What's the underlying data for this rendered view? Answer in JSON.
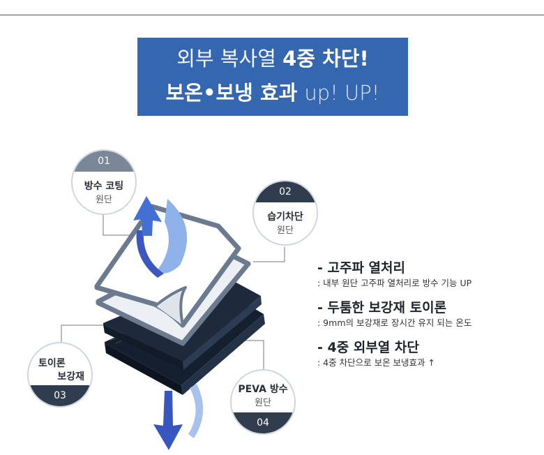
{
  "banner": {
    "line1_light": "외부 복사열 ",
    "line1_bold": "4중 차단!",
    "line2_bold": "보온•보냉 효과 ",
    "line2_light": "up! UP!"
  },
  "labels": [
    {
      "number": "01",
      "title": "방수 코팅",
      "sub": "원단"
    },
    {
      "number": "02",
      "title": "습기차단",
      "sub": "원단"
    },
    {
      "number": "03",
      "title": "토이론",
      "title2": "보강재"
    },
    {
      "number": "04",
      "title": "PEVA 방수",
      "sub": "원단"
    }
  ],
  "features": [
    {
      "title": "- 고주파 열처리",
      "desc": ": 내부 원단 고주파 열처리로 방수 기능 UP"
    },
    {
      "title": "- 두툼한 보강재 토이론",
      "desc": ": 9mm의 보강재로 장시간 유지 되는 온도"
    },
    {
      "title": "- 4중 외부열 차단",
      "desc": ": 4중 차단으로 보온 보냉효과 ↑"
    }
  ],
  "colors": {
    "banner_bg": "#3566b0",
    "layer_dark": "#1f2b3d",
    "layer_gray": "#6b7a8e",
    "arrow_blue": "#3f63c8"
  }
}
